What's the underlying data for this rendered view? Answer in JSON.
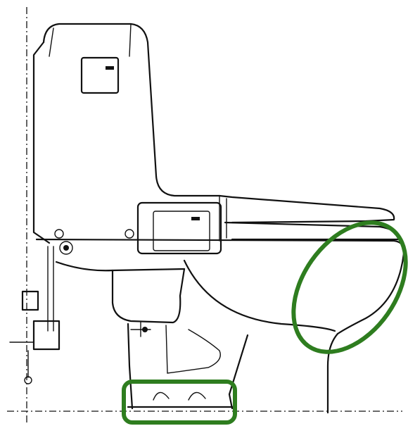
{
  "figure": {
    "subject": "toilet-side-elevation",
    "line_color": "#111111",
    "background": "#ffffff"
  },
  "highlights": [
    {
      "id": "bowl-rear-highlight",
      "shape": "ellipse",
      "color": "#2e7d1f"
    },
    {
      "id": "base-foot-highlight",
      "shape": "rounded-rectangle",
      "color": "#2e7d1f"
    }
  ]
}
